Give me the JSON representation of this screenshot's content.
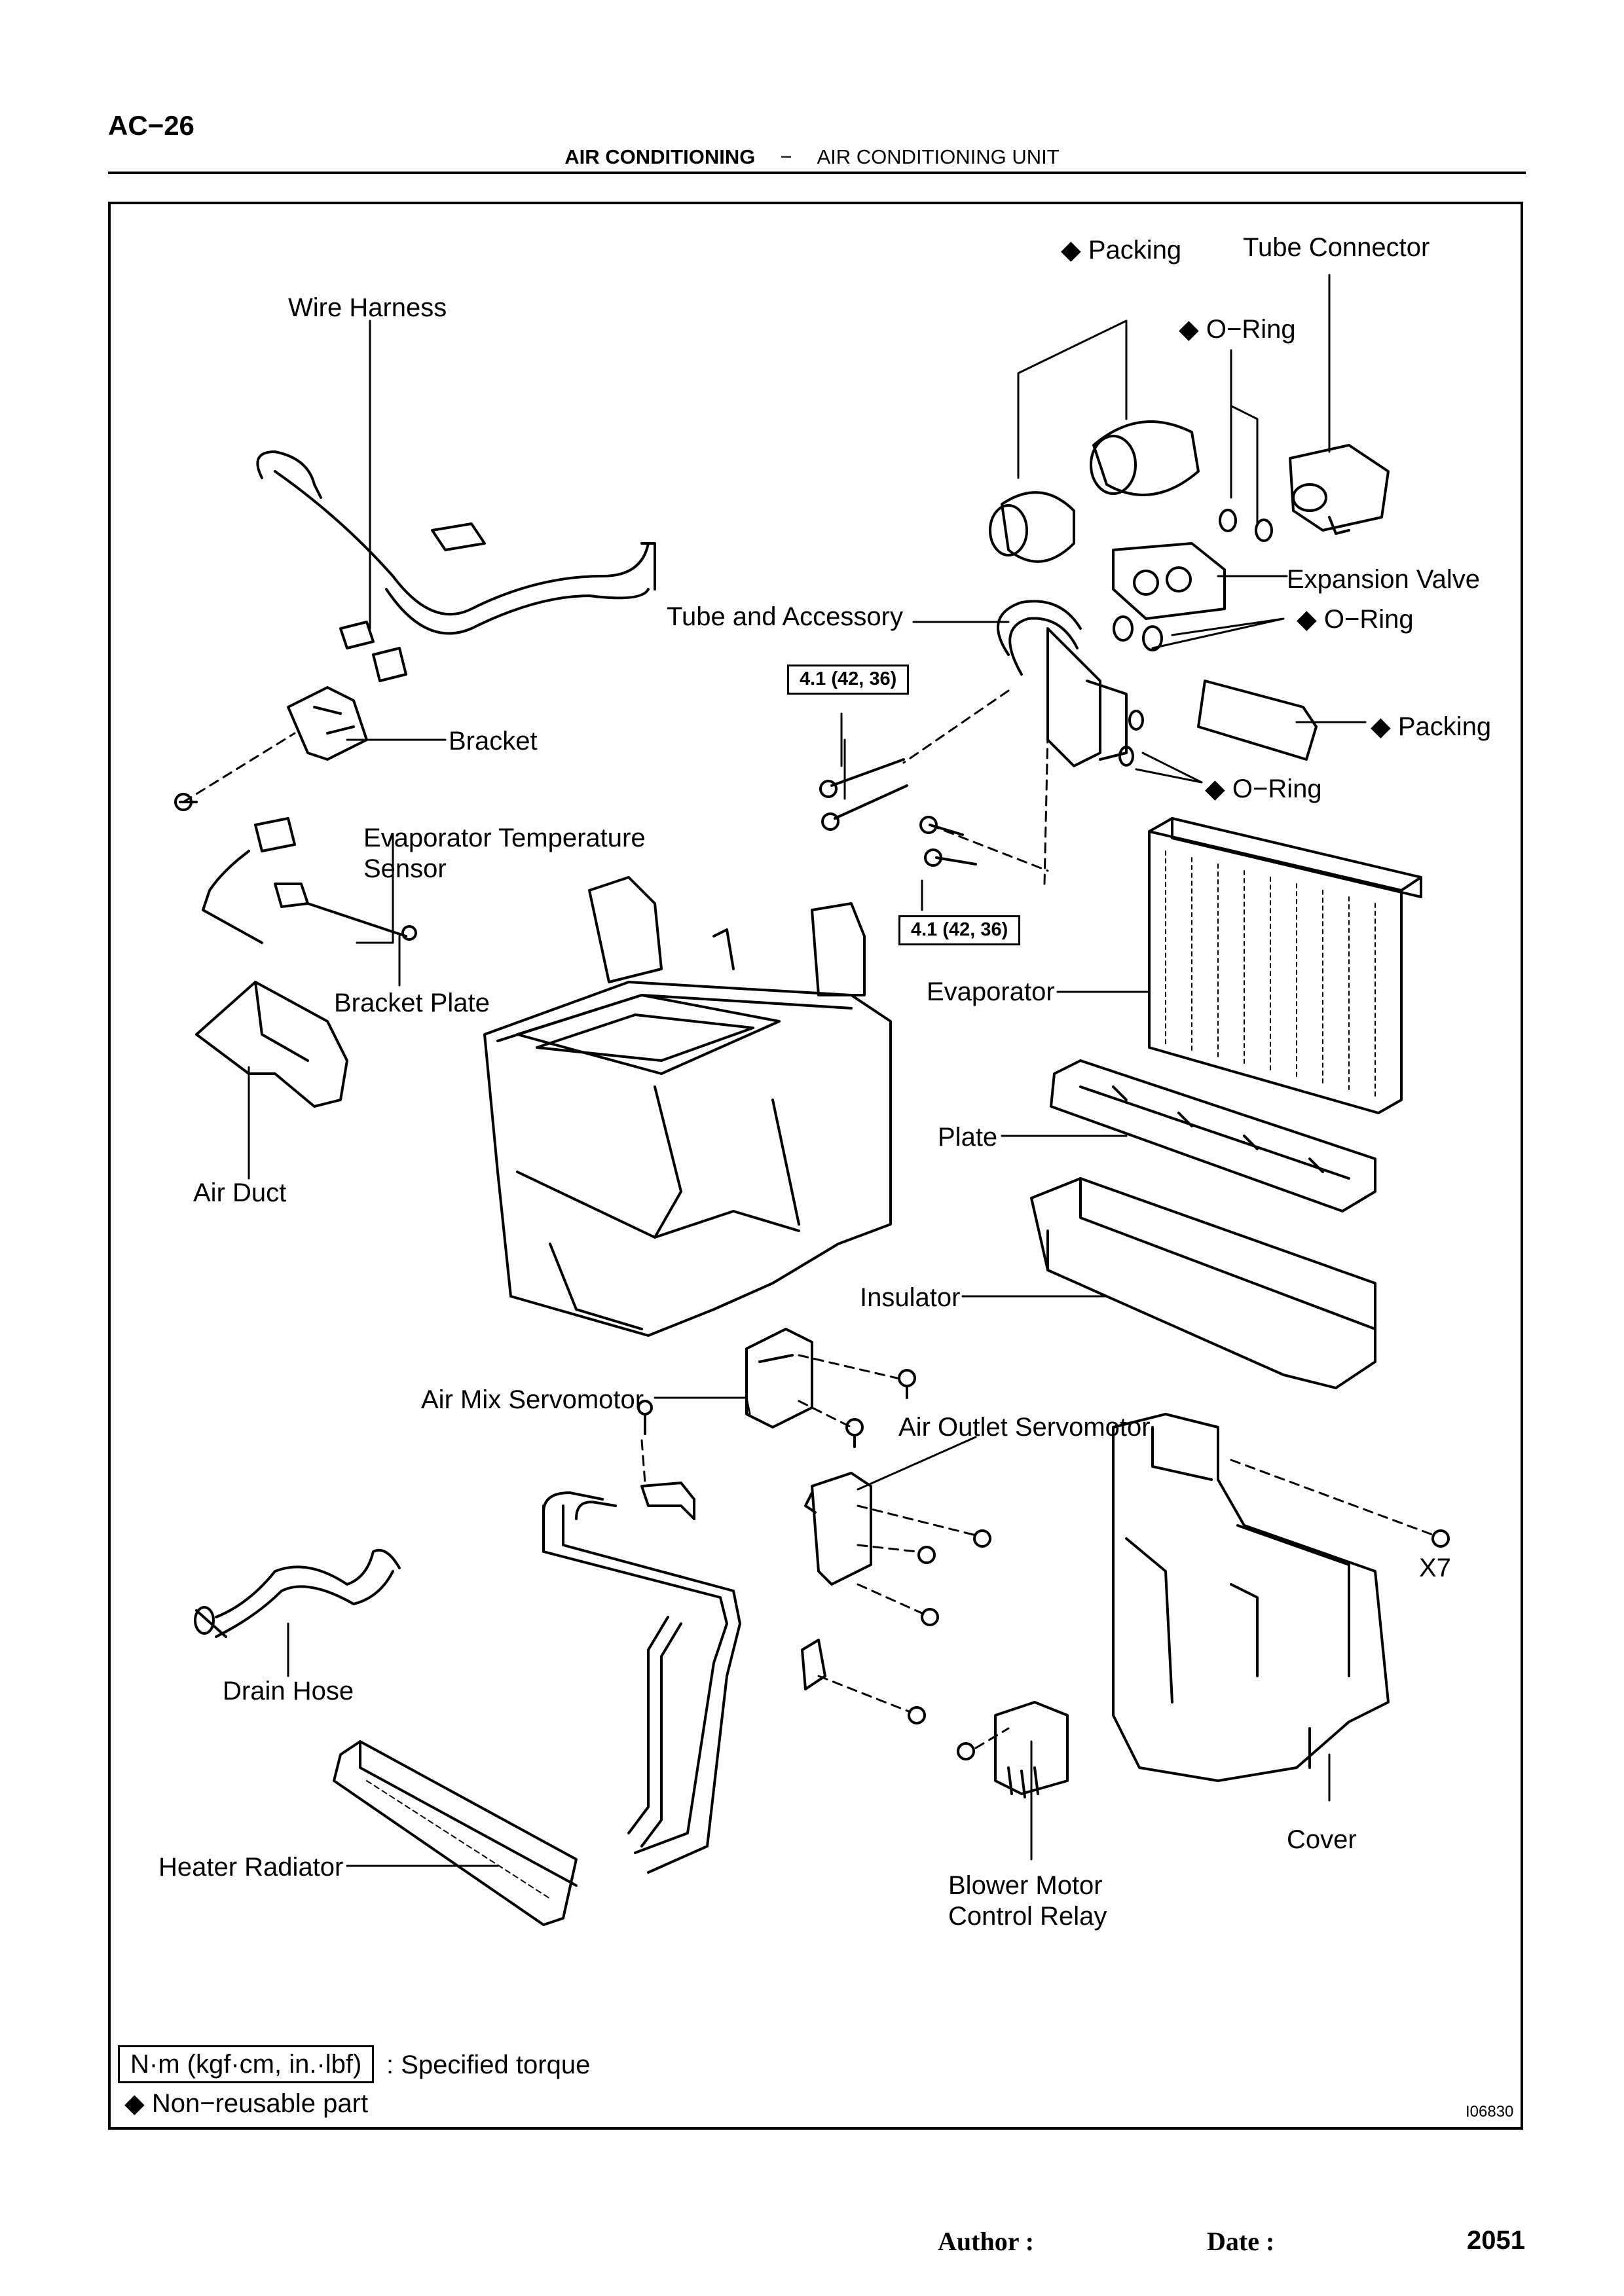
{
  "header": {
    "page_code": "AC−26",
    "section": "AIR CONDITIONING",
    "separator": "−",
    "subsection": "AIR CONDITIONING UNIT"
  },
  "labels": {
    "packing_top": "◆ Packing",
    "tube_connector": "Tube Connector",
    "o_ring_1": "◆ O−Ring",
    "wire_harness": "Wire Harness",
    "expansion_valve": "Expansion Valve",
    "tube_and_accessory": "Tube and Accessory",
    "o_ring_2": "◆ O−Ring",
    "packing_mid": "◆ Packing",
    "bracket": "Bracket",
    "o_ring_3": "◆ O−Ring",
    "evap_temp_sensor_1": "Evaporator  Temperature",
    "evap_temp_sensor_2": "Sensor",
    "bracket_plate": "Bracket Plate",
    "evaporator": "Evaporator",
    "plate": "Plate",
    "air_duct": "Air Duct",
    "insulator": "Insulator",
    "air_mix_servomotor": "Air Mix Servomotor",
    "air_outlet_servomotor": "Air Outlet Servomotor",
    "x7": "X7",
    "drain_hose": "Drain Hose",
    "cover": "Cover",
    "heater_radiator": "Heater Radiator",
    "blower_relay_1": "Blower Motor",
    "blower_relay_2": "Control Relay"
  },
  "torque": {
    "spec_1": "4.1 (42, 36)",
    "spec_2": "4.1 (42, 36)"
  },
  "legend": {
    "unit_box": "N·m (kgf·cm, in.·lbf)",
    "unit_desc": ": Specified torque",
    "non_reusable": "◆ Non−reusable part"
  },
  "figure_code": "I06830",
  "footer": {
    "author_label": "Author :",
    "date_label": "Date :",
    "page_number": "2051"
  }
}
